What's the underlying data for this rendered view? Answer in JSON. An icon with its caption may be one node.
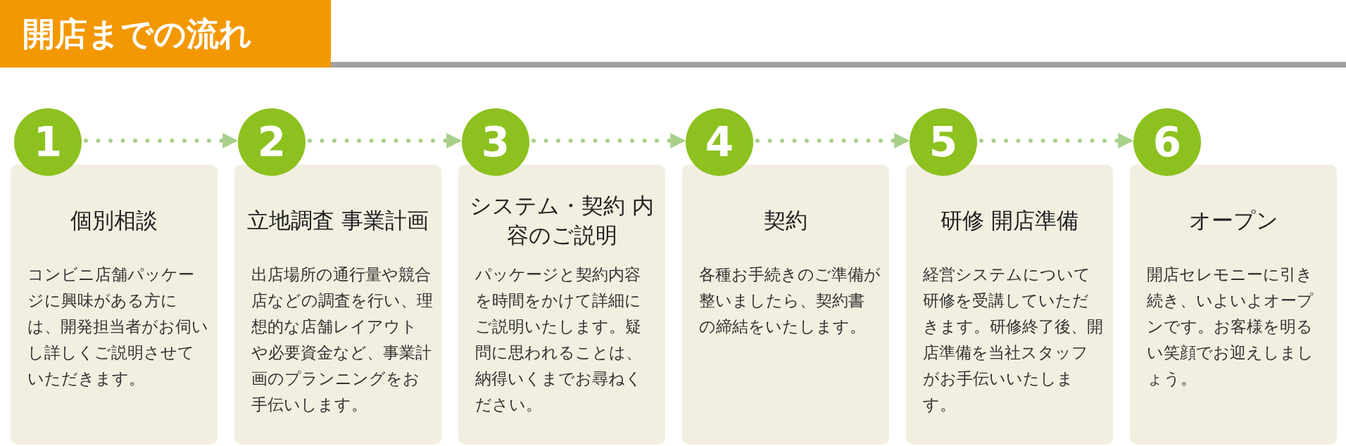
{
  "diagram": {
    "title": "開店までの流れ",
    "nodes": [
      {
        "text": [
          "1"
        ]
      },
      {
        "text": [
          "個別相談",
          "コンビニ店舗パッケージに興味がある方には、開発担当者がお伺いし詳しくご説明させていただきます。"
        ]
      },
      {
        "text": [
          "2"
        ]
      },
      {
        "text": [
          "立地調査 事業計画",
          "出店場所の通行量や競合店などの調査を行い、理想的な店舗レイアウトや必要資金など、事業計画のプランニングをお手伝いします。"
        ]
      },
      {
        "text": [
          "3"
        ]
      },
      {
        "text": [
          "システム・契約 内容のご説明",
          "パッケージと契約内容を時間をかけて詳細にご説明いたします。疑問に思われることは、納得いくまでお尋ねください。"
        ]
      },
      {
        "text": [
          "4"
        ]
      },
      {
        "text": [
          "契約",
          "各種お手続きのご準備が整いましたら、契約書の締結をいたします。"
        ]
      },
      {
        "text": [
          "5"
        ]
      },
      {
        "text": [
          "研修 開店準備",
          "経営システムについて研修を受講していただきます。研修終了後、開店準備を当社スタッフがお手伝いいたします。"
        ]
      },
      {
        "text": [
          "6"
        ]
      },
      {
        "text": [
          "オープン",
          "開店セレモニーに引き続き、いよいよオープンです。お客様を明るい笑顔でお迎えしましょう。"
        ]
      }
    ],
    "edges": [
      {
        "from": 0,
        "to": 2,
        "arrow": "to",
        "style": "dashed"
      },
      {
        "from": 2,
        "to": 4,
        "arrow": "to",
        "style": "dashed"
      },
      {
        "from": 4,
        "to": 6,
        "arrow": "to",
        "style": "dashed"
      },
      {
        "from": 6,
        "to": 8,
        "arrow": "to",
        "style": "dashed"
      },
      {
        "from": 8,
        "to": 10,
        "arrow": "to",
        "style": "dashed"
      }
    ]
  }
}
